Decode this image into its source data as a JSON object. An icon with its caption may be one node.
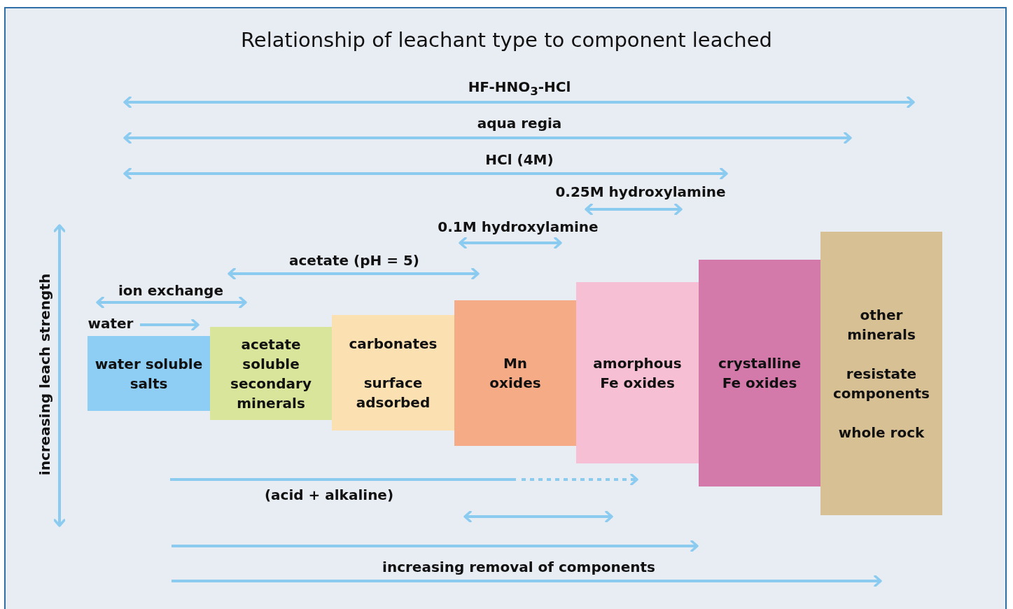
{
  "diagram": {
    "title": "Relationship of leachant type to component leached",
    "nodes": [
      {
        "text": [
          "water soluble salts"
        ]
      },
      {
        "text": [
          "acetate soluble secondary minerals"
        ]
      },
      {
        "text": [
          "carbonates",
          "surface adsorbed"
        ]
      },
      {
        "text": [
          "Mn oxides"
        ]
      },
      {
        "text": [
          "amorphous Fe oxides"
        ]
      },
      {
        "text": [
          "crystalline Fe oxides"
        ]
      },
      {
        "text": [
          "other minerals",
          "resistate components",
          "whole rock"
        ]
      }
    ],
    "labels": [
      "HF-HNO$_{3}$-HCl",
      "aqua regia",
      "HCl (4M)",
      "0.25M hydroxylamine",
      "0.1M hydroxylamine",
      "acetate (pH = 5)",
      "ion exchange",
      "water",
      "increasing leach strength",
      "(acid + alkaline)",
      "increasing removal of components"
    ]
  }
}
